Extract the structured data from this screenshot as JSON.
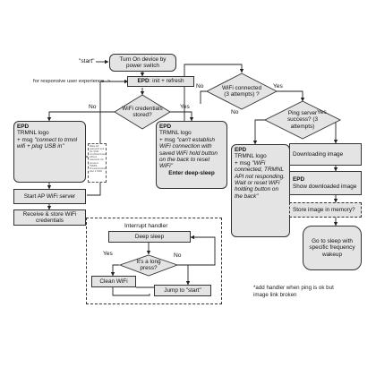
{
  "flow": {
    "start_label": "\"start\"",
    "turn_on": "Turn On device by power switch",
    "epd_init": {
      "bold": "EPD",
      "rest": ": init + refresh"
    },
    "epd_note": "for responsive user experience ->",
    "wifi_stored": "WiFi credentials stored?",
    "no_label": "No",
    "yes_label": "Yes",
    "epd_left": {
      "bold": "EPD",
      "line1": "TRMNL logo",
      "line2": "+ msg ",
      "italic": "\"connect to trmnl wifi + plug USB in\""
    },
    "fine_print": "Make AP password and the SSID trmnl/lowercase without password. Do previous TRMNL firmware/refresh. Also 3 SSID.",
    "start_ap": "Start AP WiFi server",
    "receive": "Receive & store WiFi credentials",
    "epd_mid": {
      "bold": "EPD",
      "line1": "TRMNL logo",
      "line2": "+ msg ",
      "italic": "\"can't establish WiFi connection with saved WiFi hold button on the back to reset WiFi\"",
      "deep": "Enter deep-sleep"
    },
    "wifi_connected": "WiFi connected (3 attempts) ?",
    "ping": "Ping server success? (3 attempts)",
    "epd_api": {
      "bold": "EPD",
      "line1": "TRMNL logo",
      "line2": "+ msg ",
      "italic": "\"WiFi connected, TRMNL API not responding. Wait or reset WiFi holding button on the back\""
    },
    "downloading": "Downloading image",
    "show_image": {
      "bold": "EPD",
      "rest": "Show downloaded image"
    },
    "store_image": "Store image in memory?",
    "go_sleep": "Go to sleep with specific frequency wakeup",
    "footnote": "*add handler when ping is ok but image link broken"
  },
  "interrupt": {
    "title": "Interrupt handler",
    "deep_sleep": "Deep sleep",
    "long_press": "It's a long press?",
    "yes_label": "Yes",
    "no_label": "No",
    "clean_wifi": "Clean WiFi",
    "jump_start": "Jump to \"start\""
  }
}
